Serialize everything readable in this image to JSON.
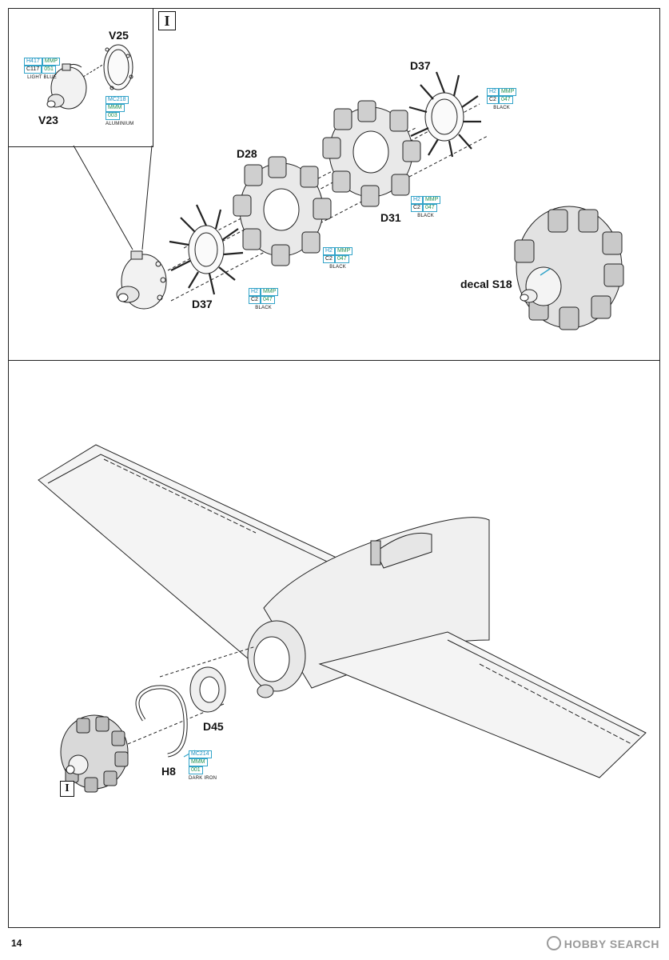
{
  "step": {
    "mark": "I"
  },
  "parts": {
    "v25": "V25",
    "v23": "V23",
    "d37_top": "D37",
    "d28": "D28",
    "d31": "D31",
    "d37_bottom": "D37",
    "decal": "decal S18",
    "d45": "D45",
    "h8": "H8"
  },
  "paints": {
    "light_blue": {
      "top": [
        "H417",
        "MMP"
      ],
      "bottom": [
        "C117",
        "051"
      ],
      "name": "LIGHT BLUE"
    },
    "aluminium": {
      "top": [
        "MC218"
      ],
      "mid": [
        "MMM"
      ],
      "bottom": [
        "003"
      ],
      "name": "ALUMINIUM"
    },
    "black_1": {
      "top": [
        "H2",
        "MMP"
      ],
      "bottom": [
        "C2",
        "047"
      ],
      "name": "BLACK"
    },
    "black_2": {
      "top": [
        "H2",
        "MMP"
      ],
      "bottom": [
        "C2",
        "047"
      ],
      "name": "BLACK"
    },
    "black_3": {
      "top": [
        "H2",
        "MMP"
      ],
      "bottom": [
        "C2",
        "047"
      ],
      "name": "BLACK"
    },
    "black_4": {
      "top": [
        "H2",
        "MMP"
      ],
      "bottom": [
        "C2",
        "047"
      ],
      "name": "BLACK"
    },
    "dark_iron": {
      "top": [
        "MC214"
      ],
      "mid": [
        "MMM"
      ],
      "bottom": [
        "001"
      ],
      "name": "DARK IRON"
    }
  },
  "page_number": "14",
  "watermark": "HOBBY SEARCH"
}
